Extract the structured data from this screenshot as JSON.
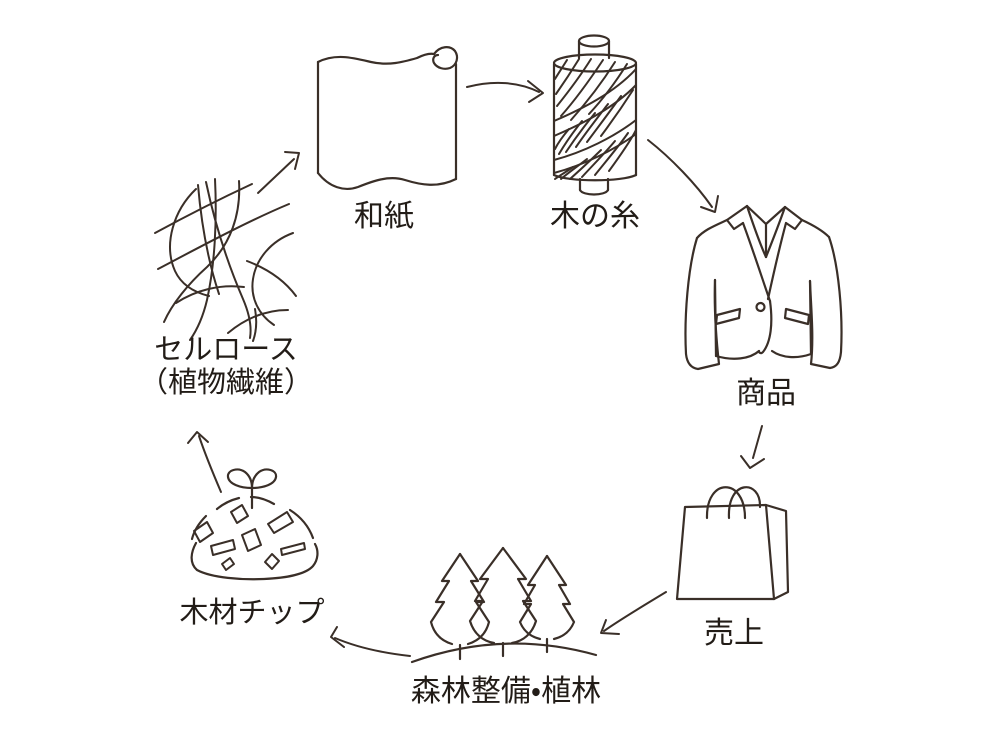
{
  "diagram": {
    "background": "#ffffff",
    "line_color": "#3a2f28",
    "text_color": "#221c17",
    "nodes": {
      "washi": {
        "label": "和紙",
        "icon": "paper-scroll-icon"
      },
      "thread": {
        "label": "木の糸",
        "icon": "thread-spool-icon"
      },
      "product": {
        "label": "商品",
        "icon": "jacket-icon"
      },
      "sales": {
        "label": "売上",
        "icon": "shopping-bag-icon"
      },
      "forest": {
        "label": "森林整備・植林",
        "icon": "pine-trees-icon"
      },
      "chips": {
        "label": "木材チップ",
        "icon": "wood-chips-icon"
      },
      "cellulose": {
        "label": "セルロース",
        "sublabel": "（植物繊維）",
        "icon": "fiber-tangle-icon"
      }
    },
    "flow": [
      {
        "from": "washi",
        "to": "thread"
      },
      {
        "from": "thread",
        "to": "product"
      },
      {
        "from": "product",
        "to": "sales"
      },
      {
        "from": "sales",
        "to": "forest"
      },
      {
        "from": "forest",
        "to": "chips"
      },
      {
        "from": "chips",
        "to": "cellulose"
      },
      {
        "from": "cellulose",
        "to": "washi"
      }
    ]
  }
}
